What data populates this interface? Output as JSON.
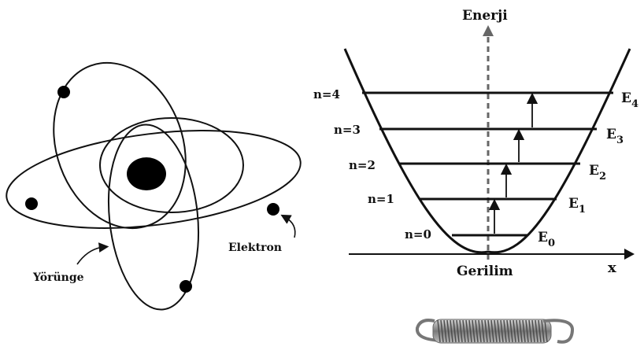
{
  "atom": {
    "orbit_label": "Yörünge",
    "electron_label": "Elektron"
  },
  "energy_diagram": {
    "y_axis_label": "Enerji",
    "x_axis_label": "x",
    "origin_label": "Gerilim",
    "levels": [
      {
        "n_label": "n=0",
        "e_main": "E",
        "e_sub": "0"
      },
      {
        "n_label": "n=1",
        "e_main": "E",
        "e_sub": "1"
      },
      {
        "n_label": "n=2",
        "e_main": "E",
        "e_sub": "2"
      },
      {
        "n_label": "n=3",
        "e_main": "E",
        "e_sub": "3"
      },
      {
        "n_label": "n=4",
        "e_main": "E",
        "e_sub": "4"
      }
    ]
  },
  "icons": [
    "nucleus-icon",
    "electron-icon",
    "spring-icon"
  ]
}
